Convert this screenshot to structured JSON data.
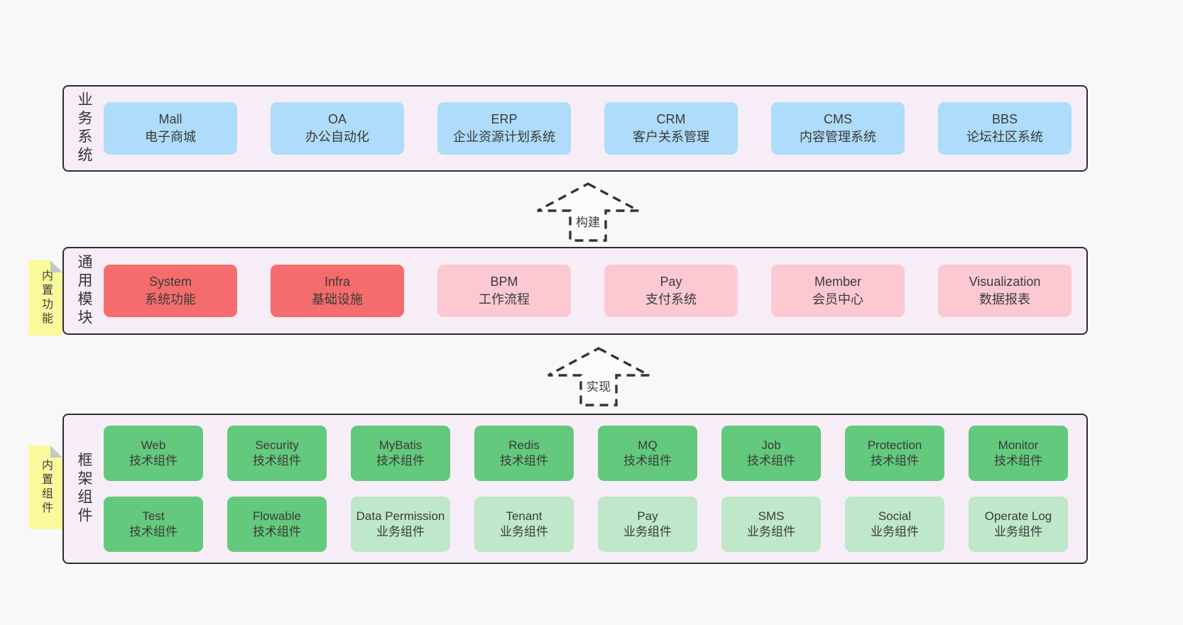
{
  "colors": {
    "page_bg": "#f8f8f8",
    "container_bg": "#f7edf6",
    "container_border": "#2e2e2e",
    "sticky_yellow": "#fafa9d",
    "sticky_fold": "#c6c6c6",
    "text": "#3b3b3b",
    "blue": "#aedcfa",
    "red": "#f56c6c",
    "pink": "#fcc9d3",
    "green": "#63c97d",
    "light_green": "#bfe7c9"
  },
  "arrows": [
    {
      "label": "构建"
    },
    {
      "label": "实现"
    }
  ],
  "sections": [
    {
      "label": "业务系统",
      "boxes": [
        {
          "title": "Mall",
          "subtitle": "电子商城",
          "color": "blue"
        },
        {
          "title": "OA",
          "subtitle": "办公自动化",
          "color": "blue"
        },
        {
          "title": "ERP",
          "subtitle": "企业资源计划系统",
          "color": "blue"
        },
        {
          "title": "CRM",
          "subtitle": "客户关系管理",
          "color": "blue"
        },
        {
          "title": "CMS",
          "subtitle": "内容管理系统",
          "color": "blue"
        },
        {
          "title": "BBS",
          "subtitle": "论坛社区系统",
          "color": "blue"
        }
      ]
    },
    {
      "label": "通用模块",
      "sticky": "内置功能",
      "boxes": [
        {
          "title": "System",
          "subtitle": "系统功能",
          "color": "red"
        },
        {
          "title": "Infra",
          "subtitle": "基础设施",
          "color": "red"
        },
        {
          "title": "BPM",
          "subtitle": "工作流程",
          "color": "pink"
        },
        {
          "title": "Pay",
          "subtitle": "支付系统",
          "color": "pink"
        },
        {
          "title": "Member",
          "subtitle": "会员中心",
          "color": "pink"
        },
        {
          "title": "Visualization",
          "subtitle": "数据报表",
          "color": "pink"
        }
      ]
    },
    {
      "label": "框架组件",
      "sticky": "内置组件",
      "rows": [
        [
          {
            "title": "Web",
            "subtitle": "技术组件",
            "color": "green"
          },
          {
            "title": "Security",
            "subtitle": "技术组件",
            "color": "green"
          },
          {
            "title": "MyBatis",
            "subtitle": "技术组件",
            "color": "green"
          },
          {
            "title": "Redis",
            "subtitle": "技术组件",
            "color": "green"
          },
          {
            "title": "MQ",
            "subtitle": "技术组件",
            "color": "green"
          },
          {
            "title": "Job",
            "subtitle": "技术组件",
            "color": "green"
          },
          {
            "title": "Protection",
            "subtitle": "技术组件",
            "color": "green"
          },
          {
            "title": "Monitor",
            "subtitle": "技术组件",
            "color": "green"
          }
        ],
        [
          {
            "title": "Test",
            "subtitle": "技术组件",
            "color": "green"
          },
          {
            "title": "Flowable",
            "subtitle": "技术组件",
            "color": "green"
          },
          {
            "title": "Data Permission",
            "subtitle": "业务组件",
            "color": "light_green"
          },
          {
            "title": "Tenant",
            "subtitle": "业务组件",
            "color": "light_green"
          },
          {
            "title": "Pay",
            "subtitle": "业务组件",
            "color": "light_green"
          },
          {
            "title": "SMS",
            "subtitle": "业务组件",
            "color": "light_green"
          },
          {
            "title": "Social",
            "subtitle": "业务组件",
            "color": "light_green"
          },
          {
            "title": "Operate Log",
            "subtitle": "业务组件",
            "color": "light_green"
          }
        ]
      ]
    }
  ]
}
